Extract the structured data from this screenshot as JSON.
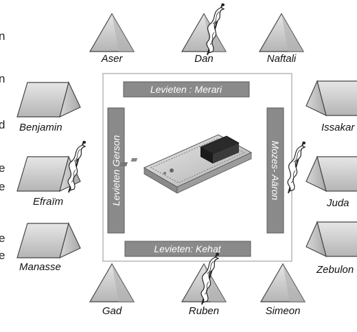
{
  "levites": {
    "top": "Levieten : Merari",
    "bottom": "Levieten: Kehat",
    "left": "Levieten Gerson",
    "right": "Mozes- Aäron"
  },
  "tribes": {
    "north": [
      "Aser",
      "Dan",
      "Naftali"
    ],
    "south": [
      "Gad",
      "Ruben",
      "Simeon"
    ],
    "west": [
      "Benjamin",
      "Efraïm",
      "Manasse"
    ],
    "east": [
      "Issakar",
      "Juda",
      "Zebulon"
    ]
  },
  "margin_fragments": [
    "n",
    "n",
    "d",
    "e",
    "e",
    "e",
    "e"
  ],
  "colors": {
    "bar_fill": "#8a8a8a",
    "bar_border": "#555555",
    "tent_fill": "#cfcfcf",
    "tent_stroke": "#444444",
    "frame": "#9a9a9a"
  },
  "icons": {
    "banner": "banner-flag-icon",
    "tabernacle": "tabernacle-icon"
  }
}
